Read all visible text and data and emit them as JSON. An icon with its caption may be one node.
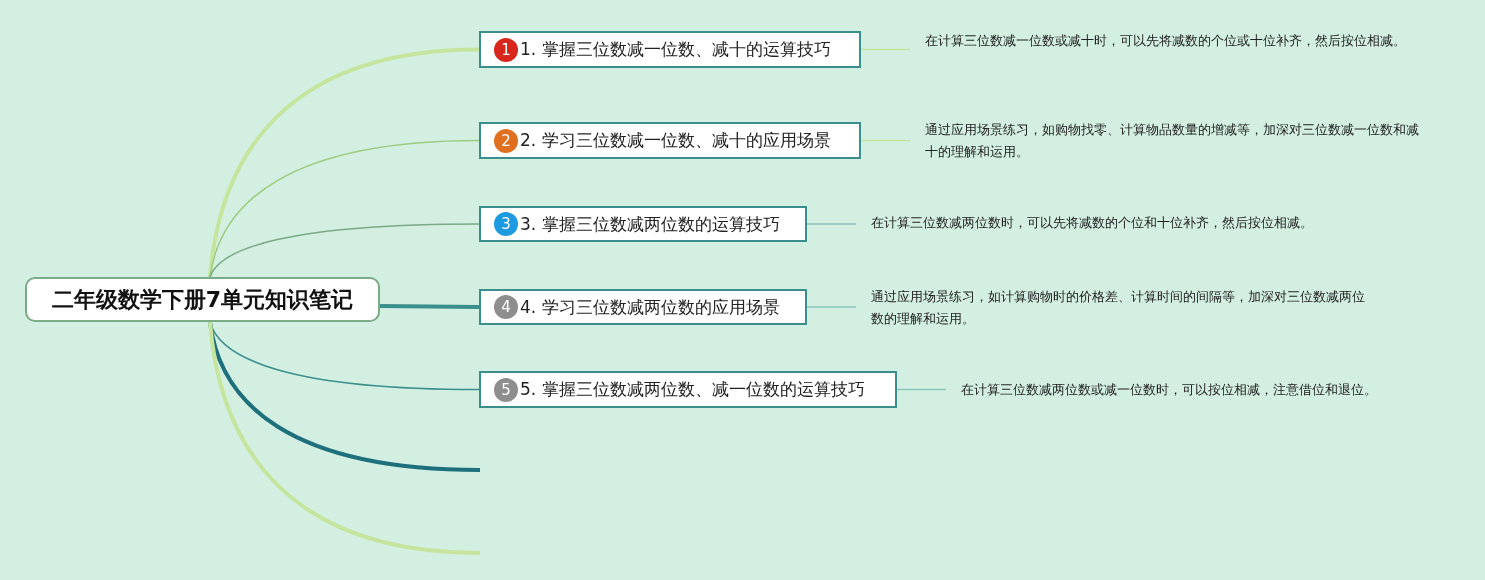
{
  "diagram": {
    "nodes": [
      {
        "text": [
          "二年级数学下册7单元知识笔记"
        ]
      },
      {
        "text": [
          "1",
          "1. 掌握三位数减一位数、减十的运算技巧"
        ]
      },
      {
        "text": [
          "2",
          "2. 学习三位数减一位数、减十的应用场景"
        ]
      },
      {
        "text": [
          "3",
          "3. 掌握三位数减两位数的运算技巧"
        ]
      },
      {
        "text": [
          "4",
          "4. 学习三位数减两位数的应用场景"
        ]
      },
      {
        "text": [
          "5",
          "5. 掌握三位数减两位数、减一位数的运算技巧"
        ]
      },
      {
        "text": [
          "在计算三位数减一位数或减十时，可以先将减数的个位或十位补齐，然后按位相减。"
        ]
      },
      {
        "text": [
          "通过应用场景练习，如购物找零、计算物品数量的增减等，加深对三位数减一位数和减十的理解和运用。"
        ]
      },
      {
        "text": [
          "在计算三位数减两位数时，可以先将减数的个位和十位补齐，然后按位相减。"
        ]
      },
      {
        "text": [
          "通过应用场景练习，如计算购物时的价格差、计算时间的间隔等，加深对三位数减两位数的理解和运用。"
        ]
      },
      {
        "text": [
          "在计算三位数减两位数或减一位数时，可以按位相减，注意借位和退位。"
        ]
      }
    ],
    "edges": [
      {
        "from": 0,
        "to": 1,
        "arrow": "none",
        "style": "thick",
        "color": "#c5e59e"
      },
      {
        "from": 0,
        "to": 2,
        "arrow": "none",
        "color": "#9ccc7f"
      },
      {
        "from": 0,
        "to": 3,
        "arrow": "none",
        "color": "#7aaa86"
      },
      {
        "from": 0,
        "to": 4,
        "arrow": "none",
        "style": "thick",
        "color": "#3a8f8c"
      },
      {
        "from": 0,
        "to": 5,
        "arrow": "none",
        "color": "#3a8f8c"
      },
      {
        "from": 0,
        "to": null,
        "arrow": "none",
        "style": "thick",
        "color": "#1e6f7c"
      },
      {
        "from": 0,
        "to": null,
        "arrow": "none",
        "style": "thick",
        "color": "#c5e59e"
      },
      {
        "from": 1,
        "to": 6,
        "arrow": "none",
        "color": "#c5e59e"
      },
      {
        "from": 2,
        "to": 7,
        "arrow": "none",
        "color": "#c5e59e"
      },
      {
        "from": 3,
        "to": 8,
        "arrow": "none",
        "color": "#8cc5bd"
      },
      {
        "from": 4,
        "to": 9,
        "arrow": "none",
        "color": "#8cc5bd"
      },
      {
        "from": 5,
        "to": 10,
        "arrow": "none",
        "color": "#8cc5bd"
      }
    ]
  }
}
